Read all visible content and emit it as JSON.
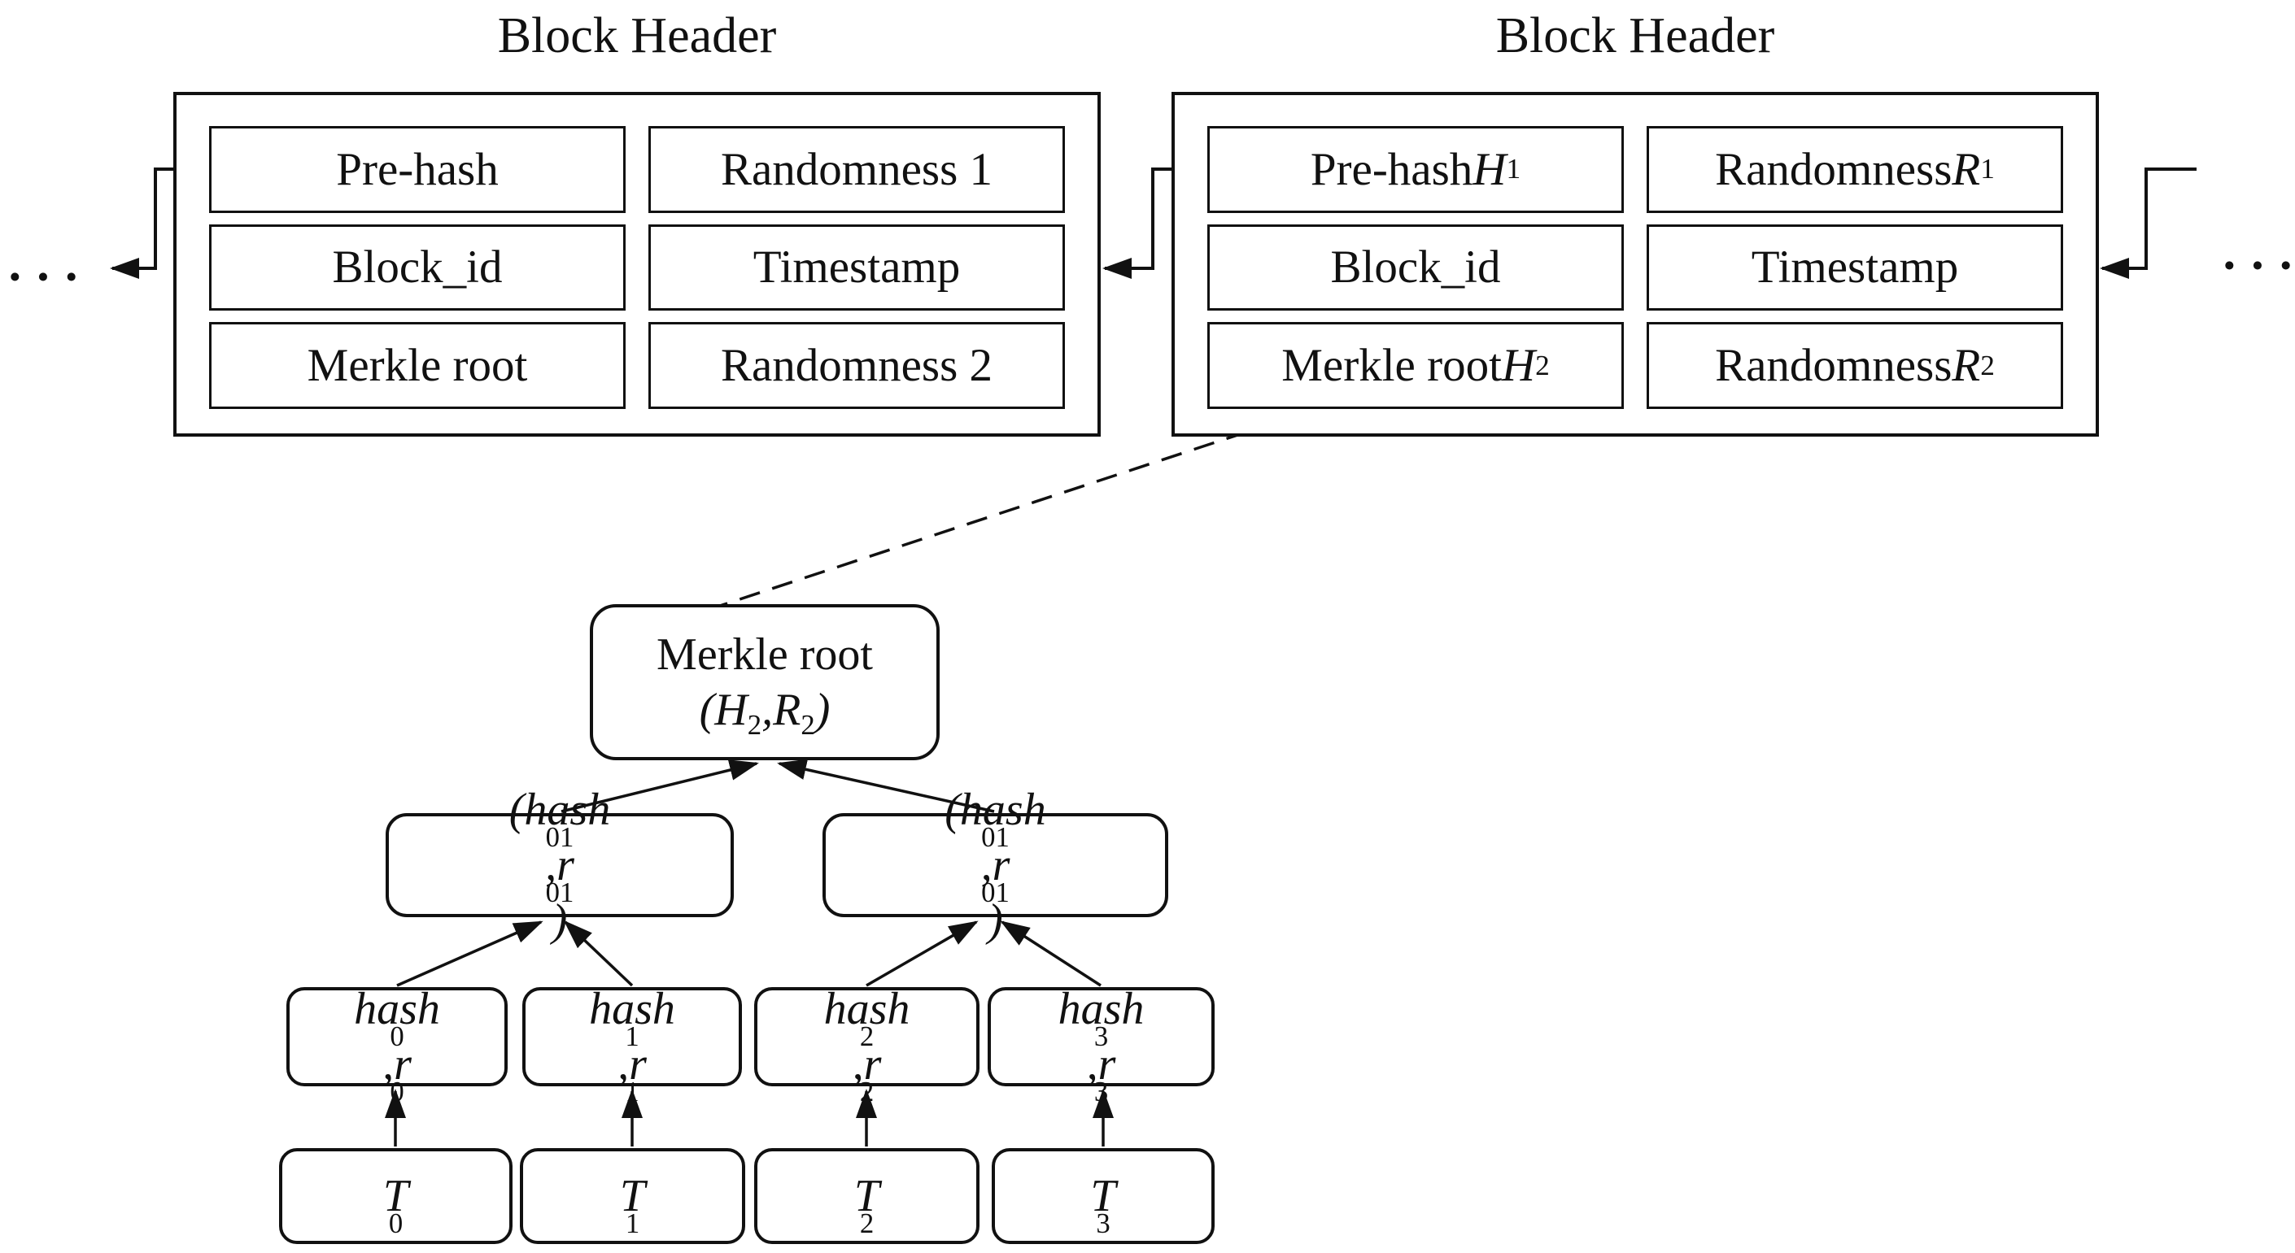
{
  "figure": {
    "background": "#ffffff",
    "line_color": "#111111",
    "blocks": [
      {
        "title": "Block Header",
        "cells": [
          "Pre-hash",
          "Randomness 1",
          "Block_id",
          "Timestamp",
          "Merkle root",
          "Randomness 2"
        ]
      },
      {
        "title": "Block Header",
        "cells": [
          "Pre-hash *H*_1",
          "Randomness *R*_1",
          "Block_id",
          "Timestamp",
          "Merkle root *H*_2",
          "Randomness *R*_2"
        ]
      }
    ],
    "ellipsis_left": "···",
    "ellipsis_right": "···",
    "merkle_tree": {
      "root_line1": "Merkle root",
      "root_line2": "*(H*_2*,R*_2*)*",
      "internal_left": "*(hash*_01*,r*_01*)*",
      "internal_right": "*(hash*_01*,r*_01*)*",
      "hash_leaves": [
        "*hash*_0*,r*_0",
        "*hash*_1*,r*_1",
        "*hash*_2*,r*_2",
        "*hash*_3*,r*_3"
      ],
      "transactions": [
        "*T*_0",
        "*T*_1",
        "*T*_2",
        "*T*_3"
      ]
    }
  }
}
